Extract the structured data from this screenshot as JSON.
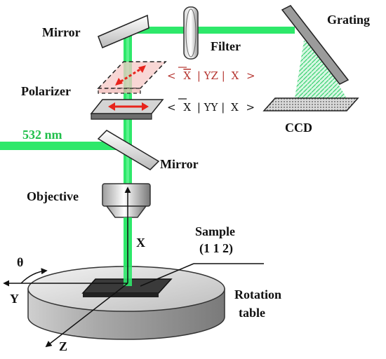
{
  "labels": {
    "mirror_top": "Mirror",
    "filter": "Filter",
    "grating": "Grating",
    "polarizer": "Polarizer",
    "ccd": "CCD",
    "laser": "532 nm",
    "mirror_bottom": "Mirror",
    "objective": "Objective",
    "axis_x": "X",
    "sample": "Sample",
    "sample_orientation": "(1 1 2)",
    "axis_y": "Y",
    "axis_z": "Z",
    "angle": "θ",
    "rotation": "Rotation",
    "table": "table"
  },
  "notations": {
    "crossed": {
      "open": "<",
      "xbar": "X",
      "mid": "| YZ |",
      "end": "X",
      "close": ">"
    },
    "parallel": {
      "open": "<",
      "xbar": "X",
      "mid": "| YY |",
      "end": "X",
      "close": ">"
    }
  },
  "colors": {
    "beam": "#2ee86a",
    "beam_dark": "#12b548",
    "crossed_notation": "#b5342f",
    "parallel_notation": "#111111",
    "arrow_red": "#e8241c",
    "laser_label": "#1fbf4a"
  }
}
